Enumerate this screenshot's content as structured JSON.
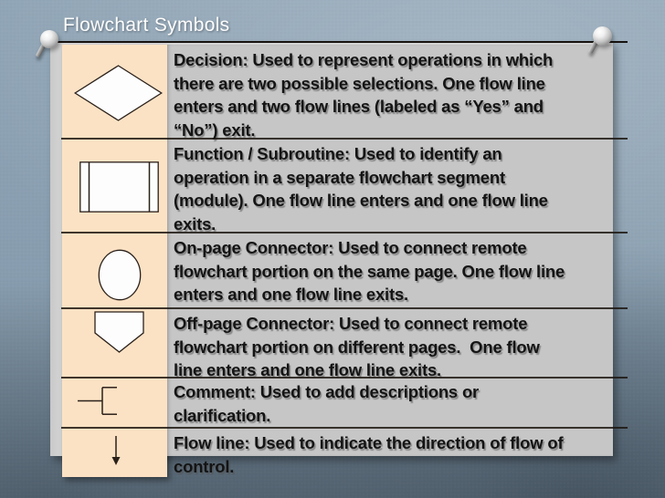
{
  "slide": {
    "title": "Flowchart Symbols"
  },
  "theme": {
    "background_color": "#8aa0b2",
    "symbol_column_color": "#fce2c4",
    "description_column_color": "#c6c6c6",
    "sheet_color": "#d2d2d2",
    "text_color": "#141414",
    "title_color": "#fdfdfd"
  },
  "decorations": {
    "icons": [
      "pushpin-icon",
      "pushpin-icon"
    ]
  },
  "table": {
    "rows": [
      {
        "symbol": "decision-diamond",
        "description": "Decision: Used to represent operations in which\nthere are two possible selections. One flow line\nenters and two flow lines (labeled as “Yes” and\n“No”) exit."
      },
      {
        "symbol": "function-subroutine-rectangle",
        "description": "Function / Subroutine: Used to identify an\noperation in a separate flowchart segment\n(module). One flow line enters and one flow line\nexits."
      },
      {
        "symbol": "on-page-connector-circle",
        "description": "On-page Connector: Used to connect remote\nflowchart portion on the same page. One flow line\nenters and one flow line exits."
      },
      {
        "symbol": "off-page-connector-pentagon",
        "description": "Off-page Connector: Used to connect remote\nflowchart portion on different pages.  One flow\nline enters and one flow line exits."
      },
      {
        "symbol": "comment-bracket",
        "description": "Comment: Used to add descriptions or\nclarification."
      },
      {
        "symbol": "flow-line-arrow",
        "description": "Flow line: Used to indicate the direction of flow of\ncontrol."
      }
    ]
  }
}
